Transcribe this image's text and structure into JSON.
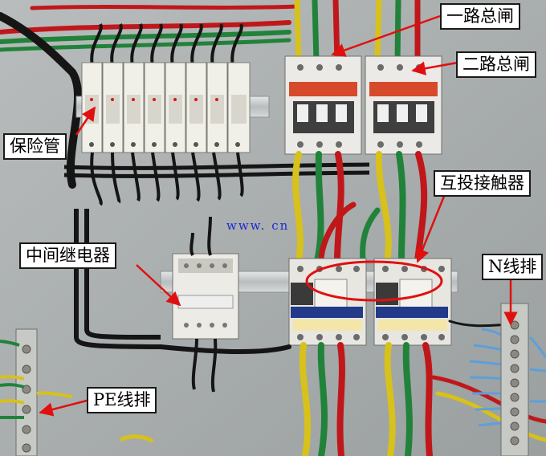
{
  "labels": {
    "circuit_breaker_1": "一路总闸",
    "circuit_breaker_2": "二路总闸",
    "fuse_holder": "保险管",
    "contactor": "互投接触器",
    "relay": "中间继电器",
    "n_busbar": "N线排",
    "pe_busbar": "PE线排"
  },
  "watermark": "www.  cn",
  "colors": {
    "panel": "#a9aeae",
    "wire_red": "#c0171a",
    "wire_green": "#21823a",
    "wire_yellow": "#d8c11a",
    "wire_blue": "#5d9fd9",
    "wire_black": "#151515",
    "arrow": "#e01010"
  }
}
